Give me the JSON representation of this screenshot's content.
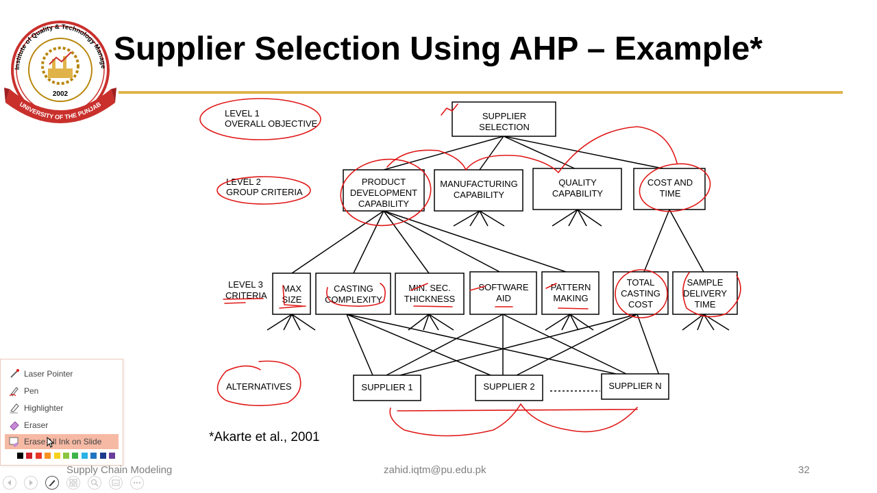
{
  "slide": {
    "title": "Supplier Selection Using AHP – Example*",
    "citation": "*Akarte et al., 2001",
    "footer_left": "Supply Chain Modeling",
    "footer_center": "zahid.iqtm@pu.edu.pk",
    "page_number": "32",
    "accent_color": "#e0b34a",
    "ink_color": "#e01616"
  },
  "logo": {
    "arc_text": "Institute of Quality & Technology Management",
    "bottom_text": "UNIVERSITY OF THE PUNJAB",
    "year": "2002"
  },
  "diagram": {
    "levels": [
      {
        "line1": "LEVEL 1",
        "line2": "OVERALL OBJECTIVE"
      },
      {
        "line1": "LEVEL 2",
        "line2": "GROUP CRITERIA"
      },
      {
        "line1": "LEVEL 3",
        "line2": "CRITERIA"
      },
      {
        "line1": "ALTERNATIVES",
        "line2": ""
      }
    ],
    "goal": {
      "line1": "SUPPLIER",
      "line2": "SELECTION"
    },
    "group_criteria": [
      {
        "line1": "PRODUCT",
        "line2": "DEVELOPMENT",
        "line3": "CAPABILITY"
      },
      {
        "line1": "MANUFACTURING",
        "line2": "CAPABILITY"
      },
      {
        "line1": "QUALITY",
        "line2": "CAPABILITY"
      },
      {
        "line1": "COST AND",
        "line2": "TIME"
      }
    ],
    "criteria": [
      {
        "line1": "MAX",
        "line2": "SIZE"
      },
      {
        "line1": "CASTING",
        "line2": "COMPLEXITY"
      },
      {
        "line1": "MIN. SEC.",
        "line2": "THICKNESS"
      },
      {
        "line1": "SOFTWARE",
        "line2": "AID"
      },
      {
        "line1": "PATTERN",
        "line2": "MAKING"
      },
      {
        "line1": "TOTAL",
        "line2": "CASTING",
        "line3": "COST"
      },
      {
        "line1": "SAMPLE",
        "line2": "DELIVERY",
        "line3": "TIME"
      }
    ],
    "alternatives": [
      "SUPPLIER 1",
      "SUPPLIER 2",
      "SUPPLIER N"
    ]
  },
  "ink_menu": {
    "items": [
      {
        "label": "Laser Pointer",
        "icon": "laser-pointer-icon"
      },
      {
        "label": "Pen",
        "icon": "pen-icon"
      },
      {
        "label": "Highlighter",
        "icon": "highlighter-icon"
      },
      {
        "label": "Eraser",
        "icon": "eraser-icon"
      },
      {
        "label": "Erase All Ink on Slide",
        "icon": "erase-all-icon",
        "active": true
      }
    ],
    "colors": [
      "#000000",
      "#d0202a",
      "#e8372a",
      "#f7931e",
      "#f7d11e",
      "#8cc63f",
      "#3cb44a",
      "#2ab3e6",
      "#1f74c0",
      "#1b3a8c",
      "#6a3d9a"
    ]
  },
  "toolbar": {
    "buttons": [
      "previous-slide-icon",
      "next-slide-icon",
      "pen-icon",
      "see-all-slides-icon",
      "zoom-icon",
      "subtitles-icon",
      "more-options-icon"
    ]
  }
}
